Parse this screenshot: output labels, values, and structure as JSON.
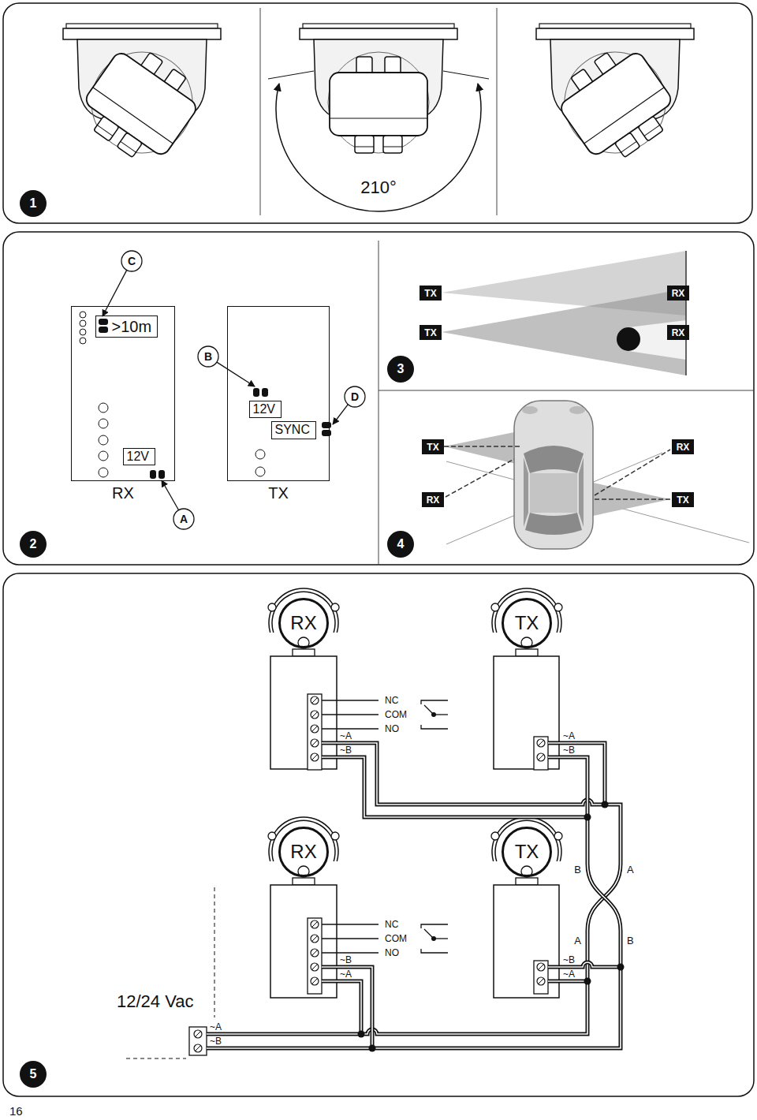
{
  "diagram": {
    "nodes": [
      {
        "text": [
          "RX"
        ]
      },
      {
        "text": [
          ">10m"
        ],
        "in": 0
      },
      {
        "text": [
          "12V"
        ],
        "in": 0
      },
      {
        "text": [
          "TX"
        ]
      },
      {
        "text": [
          "12V"
        ],
        "in": 3
      },
      {
        "text": [
          "SYNC"
        ],
        "in": 3
      },
      {
        "text": [
          "TX"
        ]
      },
      {
        "text": [
          "RX"
        ]
      },
      {
        "text": [
          "TX"
        ]
      },
      {
        "text": [
          "RX"
        ]
      },
      {
        "text": [
          "TX"
        ]
      },
      {
        "text": [
          "RX"
        ]
      },
      {
        "text": [
          "RX"
        ]
      },
      {
        "text": [
          "TX"
        ]
      },
      {
        "text": [
          "RX"
        ]
      },
      {
        "text": [
          "TX"
        ]
      },
      {
        "text": [
          "RX"
        ]
      },
      {
        "text": [
          "TX"
        ]
      }
    ],
    "labels": [
      "210°",
      "1",
      "C",
      "B",
      "D",
      "A",
      "2",
      "3",
      "4",
      "NC",
      "COM",
      "NO",
      "~A",
      "~B",
      "~A",
      "~B",
      "B",
      "A",
      "NC",
      "COM",
      "NO",
      "~B",
      "~A",
      "A",
      "B",
      "~B",
      "~A",
      "12/24 Vac",
      "~A",
      "~B",
      "5",
      "16"
    ]
  }
}
